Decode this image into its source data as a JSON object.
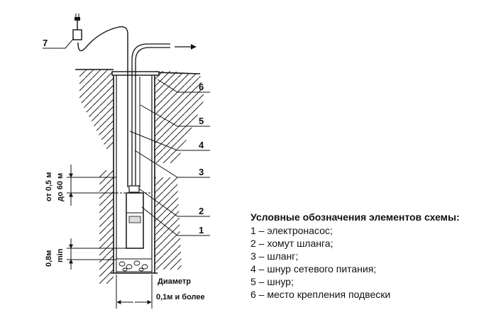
{
  "labels": {
    "n1": "1",
    "n2": "2",
    "n3": "3",
    "n4": "4",
    "n5": "5",
    "n6": "6",
    "n7": "7"
  },
  "dimensions": {
    "depth_line1": "от 0,5 м",
    "depth_line2": "до 60 м",
    "min_line1": "0,8м",
    "min_line2": "min",
    "diameter_line1": "Диаметр",
    "diameter_line2": "0,1м и более"
  },
  "legend": {
    "title": "Условные обозначения элементов схемы:",
    "items": [
      "1 – электронасос;",
      "2 – хомут шланга;",
      "3 – шланг;",
      "4 – шнур сетевого питания;",
      "5 – шнур;",
      "6 – место крепления подвески"
    ]
  }
}
